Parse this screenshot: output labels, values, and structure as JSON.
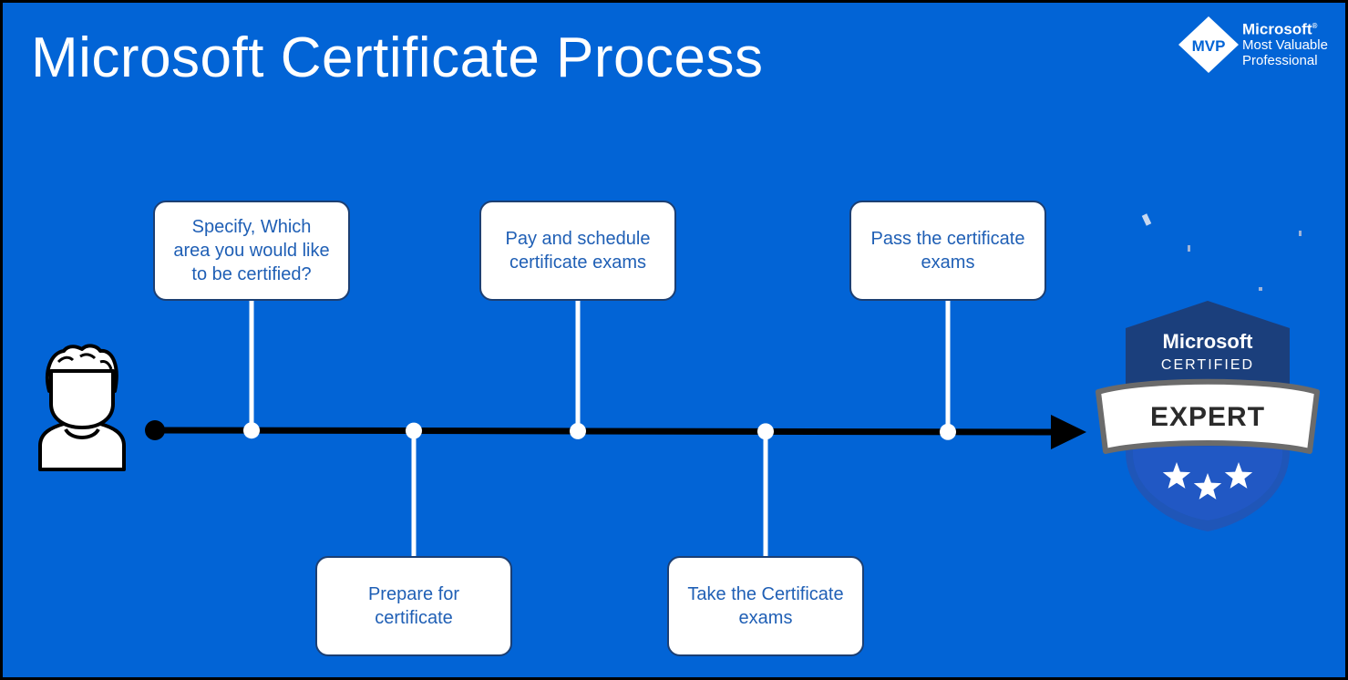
{
  "title": "Microsoft Certificate Process",
  "mvp_logo": {
    "badge_text": "MVP",
    "line1": "Microsoft",
    "registered": "®",
    "line2": "Most Valuable",
    "line3": "Professional"
  },
  "steps": [
    {
      "label": "Specify, Which area you would like to be certified?",
      "position": "above"
    },
    {
      "label": "Prepare for certificate",
      "position": "below"
    },
    {
      "label": "Pay and schedule certificate exams",
      "position": "above"
    },
    {
      "label": "Take the Certificate exams",
      "position": "below"
    },
    {
      "label": "Pass the certificate exams",
      "position": "above"
    }
  ],
  "badge": {
    "brand": "Microsoft",
    "certified": "CERTIFIED",
    "level": "EXPERT",
    "star_count": 3
  },
  "colors": {
    "background": "#0264d6",
    "timeline": "#000000",
    "box_text": "#1f5fb5",
    "badge_dark": "#1b3f7c",
    "badge_mid": "#1f56b8"
  },
  "icons": {
    "start": "person-icon",
    "end": "microsoft-certified-expert-badge"
  }
}
